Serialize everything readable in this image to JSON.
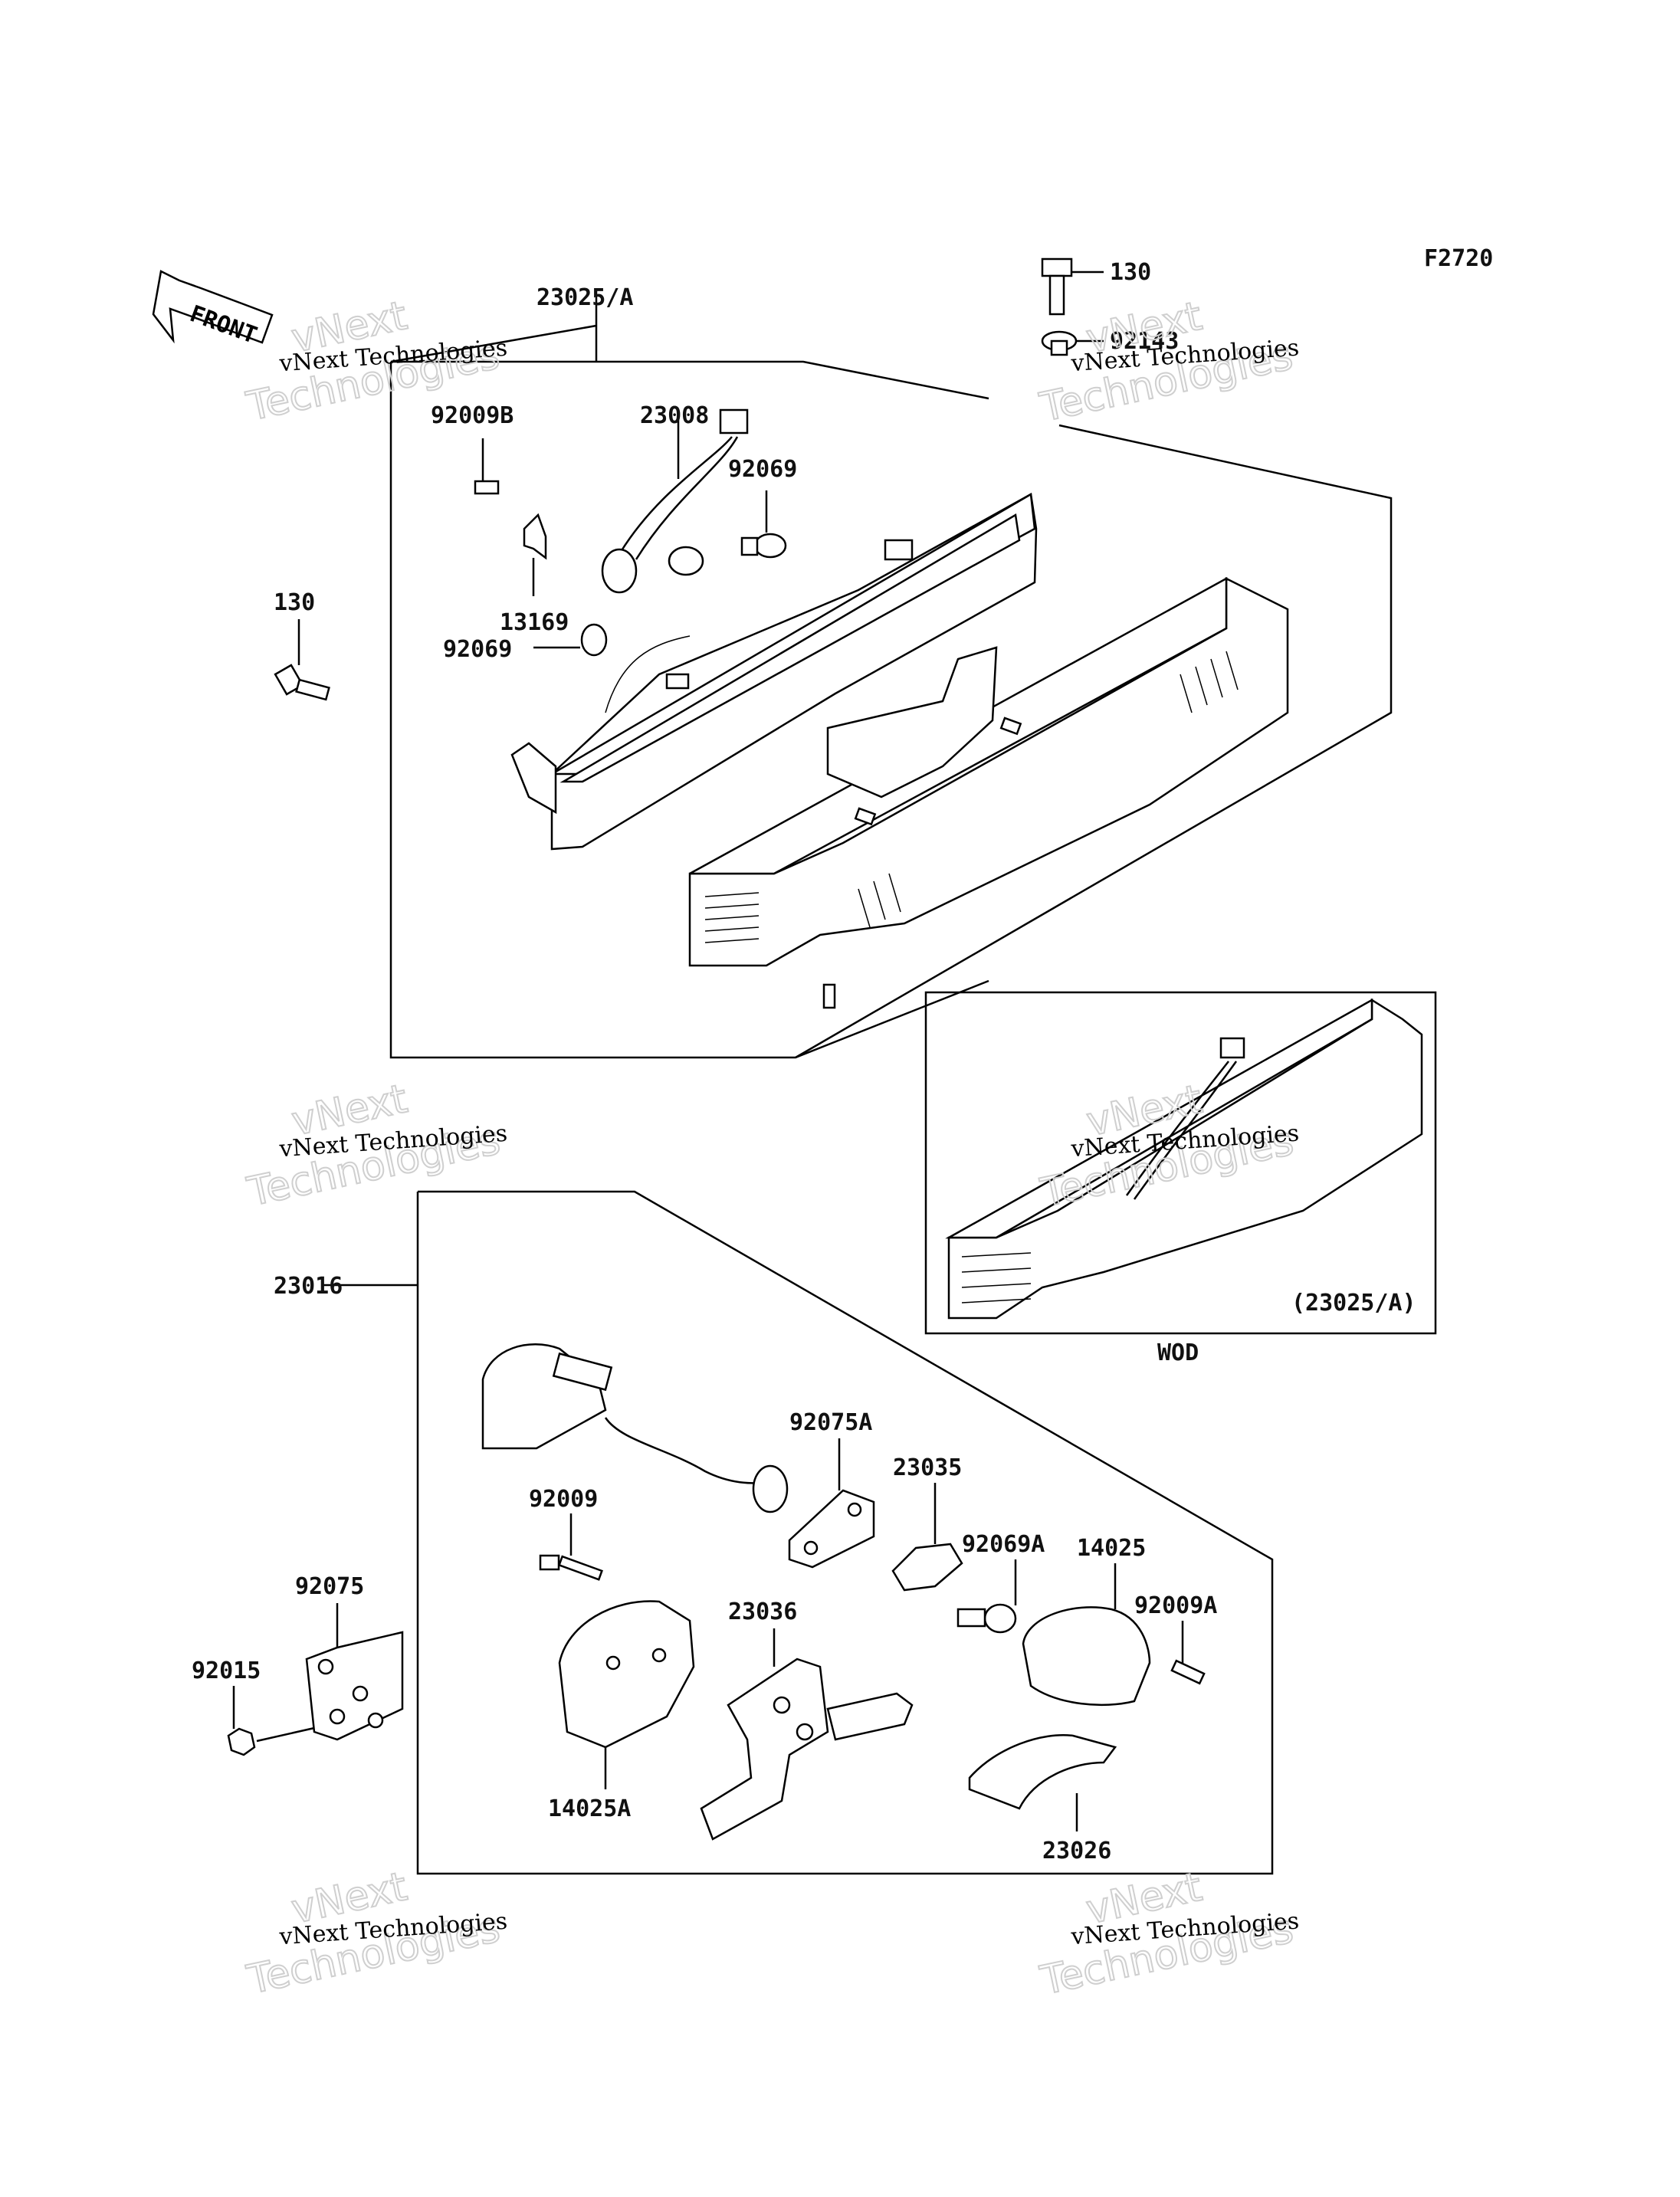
{
  "figure_code": "F2720",
  "front_label": "FRONT",
  "watermark": {
    "line1": "vNext Technologies",
    "line2": "vNext",
    "line3": "Technologies"
  },
  "variant": {
    "caption": "WOD",
    "ref": "(23025/A)"
  },
  "part_numbers": {
    "p23025A": "23025/A",
    "p130_top": "130",
    "p92143": "92143",
    "p92009B": "92009B",
    "p23008": "23008",
    "p92069_a": "92069",
    "p130_left": "130",
    "p13169": "13169",
    "p92069_b": "92069",
    "p23016": "23016",
    "p92075A": "92075A",
    "p23035": "23035",
    "p92009": "92009",
    "p92069A": "92069A",
    "p14025": "14025",
    "p92075": "92075",
    "p23036": "23036",
    "p92009A": "92009A",
    "p92015": "92015",
    "p14025A": "14025A",
    "p23026": "23026"
  }
}
